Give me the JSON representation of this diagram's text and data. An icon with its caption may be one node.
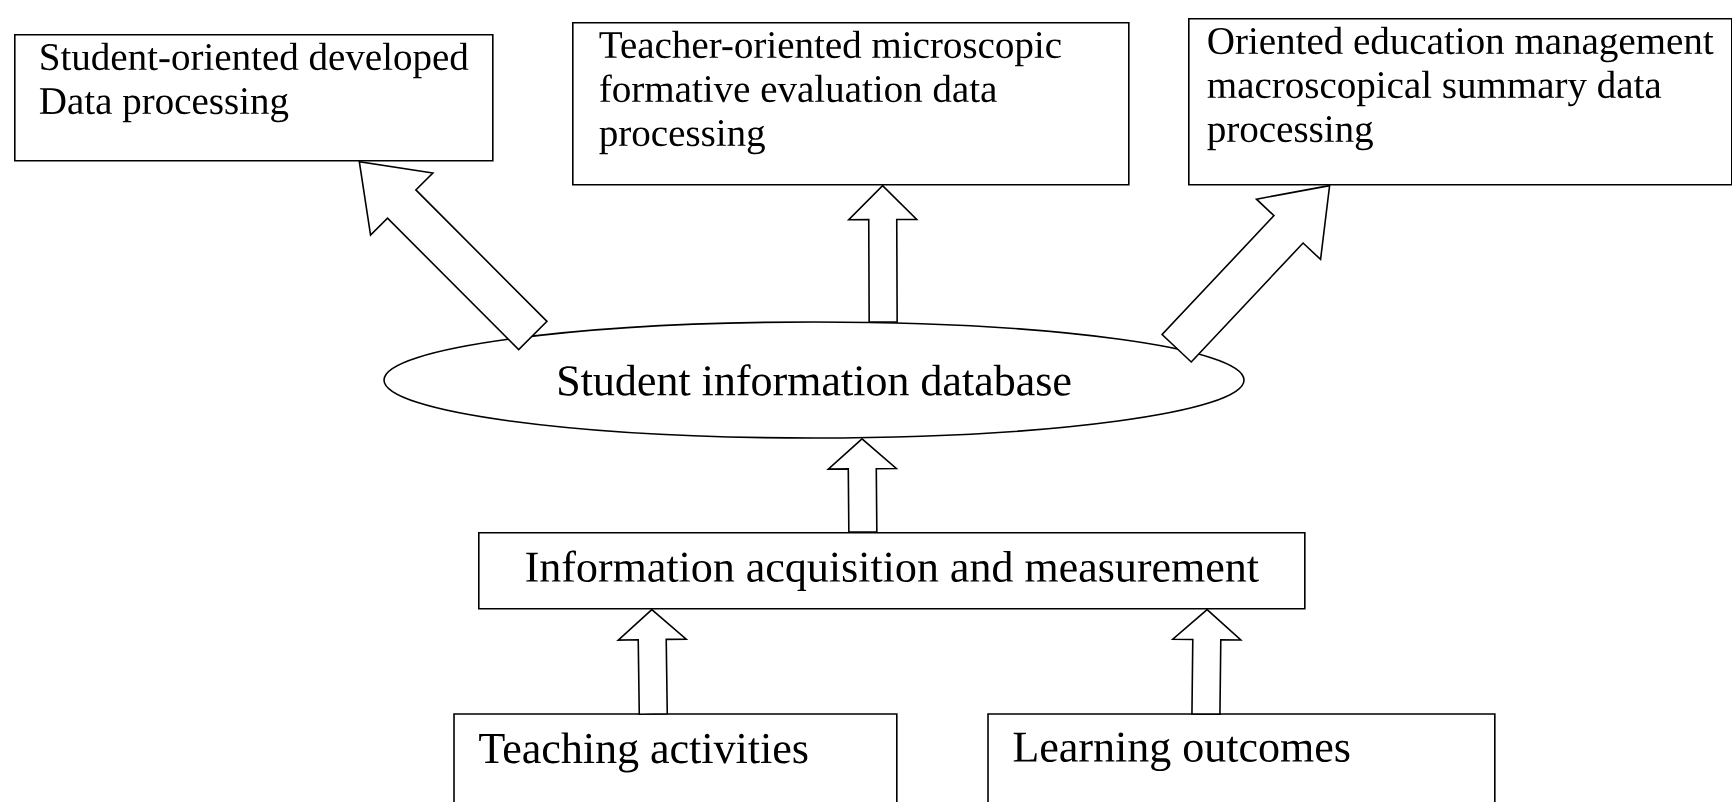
{
  "diagram": {
    "nodes": [
      {
        "text": [
          "Student-oriented developed Data processing"
        ]
      },
      {
        "text": [
          "Teacher-oriented microscopic formative evaluation data processing"
        ]
      },
      {
        "text": [
          "Oriented education management macroscopical summary data processing"
        ]
      },
      {
        "text": [
          "Student information database"
        ]
      },
      {
        "text": [
          "Information acquisition and measurement"
        ]
      },
      {
        "text": [
          "Teaching activities"
        ]
      },
      {
        "text": [
          "Learning outcomes"
        ]
      }
    ],
    "edges": [
      {
        "from": 3,
        "to": 0,
        "arrow": "to"
      },
      {
        "from": 3,
        "to": 1,
        "arrow": "to"
      },
      {
        "from": 3,
        "to": 2,
        "arrow": "to"
      },
      {
        "from": 4,
        "to": 3,
        "arrow": "to"
      },
      {
        "from": 5,
        "to": 4,
        "arrow": "to"
      },
      {
        "from": 6,
        "to": 4,
        "arrow": "to"
      }
    ]
  }
}
